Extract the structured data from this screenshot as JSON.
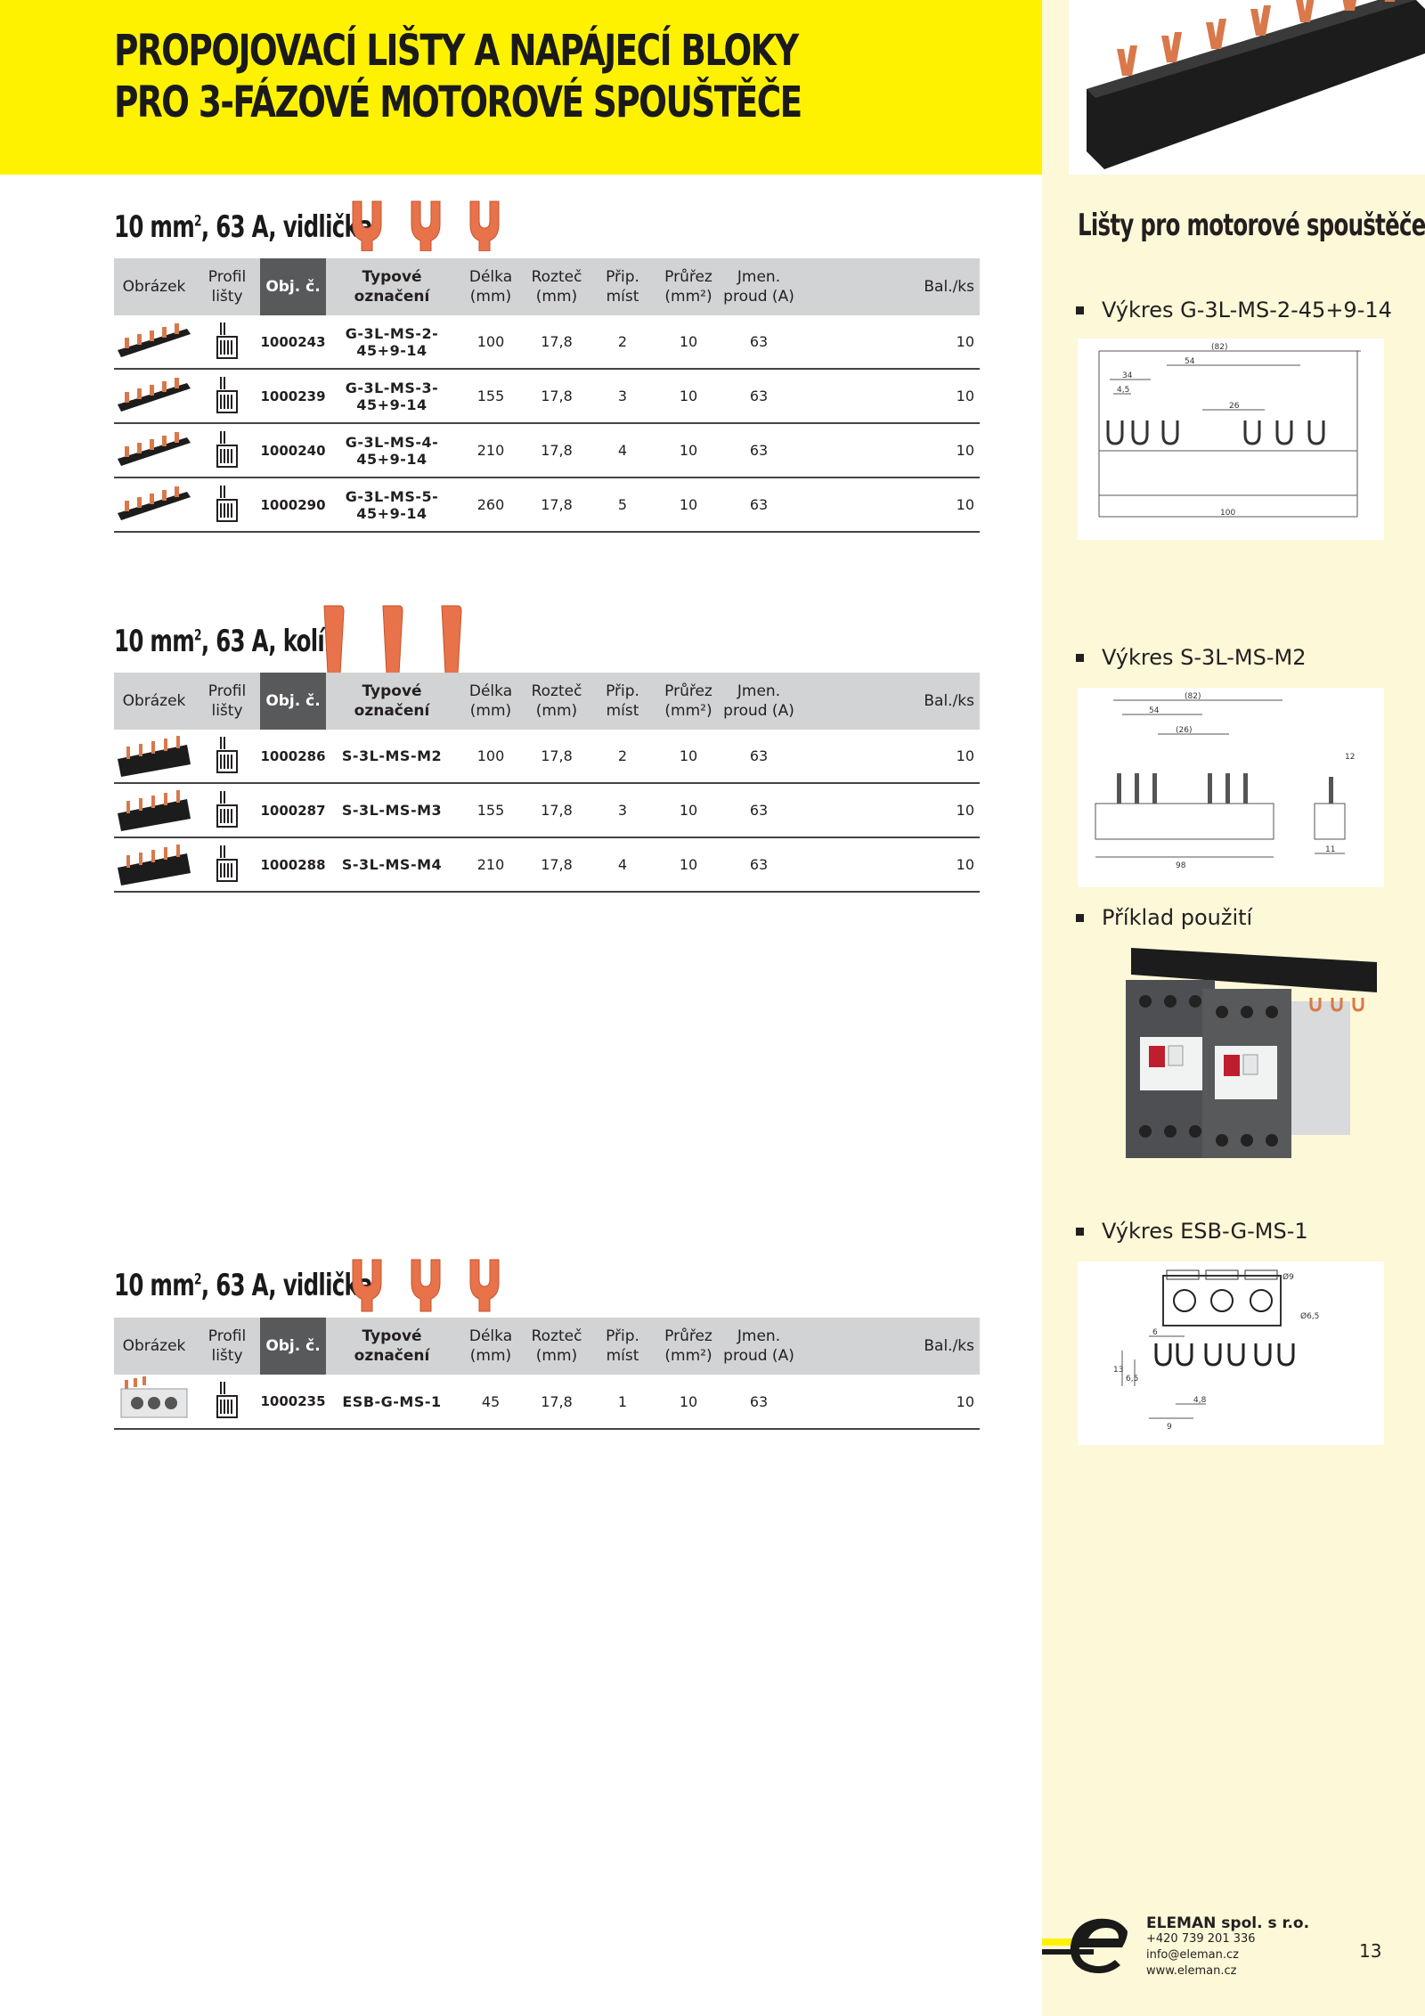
{
  "page": {
    "title_line1": "PROPOJOVACÍ LIŠTY A NAPÁJECÍ BLOKY",
    "title_line2": "PRO 3-FÁZOVÉ MOTOROVÉ SPOUŠTĚČE",
    "page_number": "13"
  },
  "colors": {
    "banner": "#fff200",
    "sidebar": "#fcf8d8",
    "header_gray": "#d1d3d4",
    "header_dark": "#58595b",
    "copper": "#e8734a"
  },
  "headers": {
    "obrazek": "Obrázek",
    "profil_1": "Profil",
    "profil_2": "lišty",
    "obj": "Obj. č.",
    "typ": "Typové označení",
    "delka_1": "Délka",
    "delka_2": "(mm)",
    "roztec_1": "Rozteč",
    "roztec_2": "(mm)",
    "prip_1": "Přip.",
    "prip_2": "míst",
    "prurez_1": "Průřez",
    "prurez_2": "(mm²)",
    "jmen_1": "Jmen.",
    "jmen_2": "proud (A)",
    "bal": "Bal./ks"
  },
  "sections": [
    {
      "title_main": "10 mm",
      "title_sup": "2",
      "title_rest": ", 63 A, vidlička",
      "rows": [
        {
          "obj": "1000243",
          "typ": "G-3L-MS-2-45+9-14",
          "delka": "100",
          "roztec": "17,8",
          "prip": "2",
          "prurez": "10",
          "proud": "63",
          "bal": "10"
        },
        {
          "obj": "1000239",
          "typ": "G-3L-MS-3-45+9-14",
          "delka": "155",
          "roztec": "17,8",
          "prip": "3",
          "prurez": "10",
          "proud": "63",
          "bal": "10"
        },
        {
          "obj": "1000240",
          "typ": "G-3L-MS-4-45+9-14",
          "delka": "210",
          "roztec": "17,8",
          "prip": "4",
          "prurez": "10",
          "proud": "63",
          "bal": "10"
        },
        {
          "obj": "1000290",
          "typ": "G-3L-MS-5-45+9-14",
          "delka": "260",
          "roztec": "17,8",
          "prip": "5",
          "prurez": "10",
          "proud": "63",
          "bal": "10"
        }
      ]
    },
    {
      "title_main": "10 mm",
      "title_sup": "2",
      "title_rest": ", 63 A, kolík",
      "rows": [
        {
          "obj": "1000286",
          "typ": "S-3L-MS-M2",
          "delka": "100",
          "roztec": "17,8",
          "prip": "2",
          "prurez": "10",
          "proud": "63",
          "bal": "10"
        },
        {
          "obj": "1000287",
          "typ": "S-3L-MS-M3",
          "delka": "155",
          "roztec": "17,8",
          "prip": "3",
          "prurez": "10",
          "proud": "63",
          "bal": "10"
        },
        {
          "obj": "1000288",
          "typ": "S-3L-MS-M4",
          "delka": "210",
          "roztec": "17,8",
          "prip": "4",
          "prurez": "10",
          "proud": "63",
          "bal": "10"
        }
      ]
    },
    {
      "title_main": "10 mm",
      "title_sup": "2",
      "title_rest": ", 63 A, vidlička",
      "rows": [
        {
          "obj": "1000235",
          "typ": "ESB-G-MS-1",
          "delka": "45",
          "roztec": "17,8",
          "prip": "1",
          "prurez": "10",
          "proud": "63",
          "bal": "10"
        }
      ]
    }
  ],
  "sidebar": {
    "heading": "Lišty pro motorové spouštěče",
    "label1": "Výkres G-3L-MS-2-45+9-14",
    "label2": "Výkres S-3L-MS-M2",
    "label3": "Příklad použití",
    "label4": "Výkres ESB-G-MS-1",
    "drawing1": {
      "d82": "(82)",
      "d54": "54",
      "d34": "34",
      "d45": "4,5",
      "d26": "26",
      "d100": "100"
    },
    "drawing2": {
      "d82": "(82)",
      "d54": "54",
      "d26": "(26)",
      "d98": "98",
      "d12": "12",
      "d11": "11"
    },
    "drawing4": {
      "d9": "Ø9",
      "d65": "Ø6,5",
      "d6": "6",
      "d48": "4,8",
      "d13": "13",
      "d65b": "6,5",
      "d9b": "9"
    }
  },
  "footer": {
    "company": "ELEMAN spol. s r.o.",
    "phone": "+420 739 201 336",
    "email": "info@eleman.cz",
    "web": "www.eleman.cz"
  }
}
